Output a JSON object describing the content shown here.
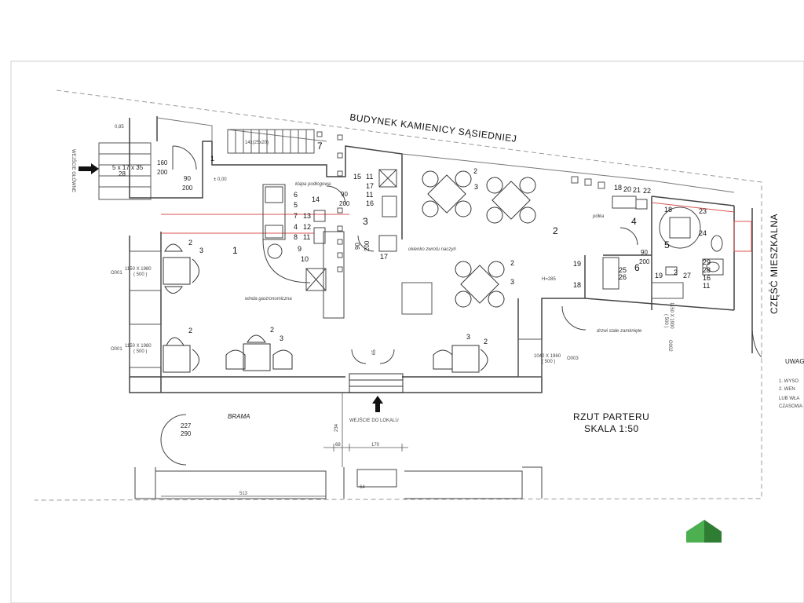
{
  "building_label": "BUDYNEK KAMIENICY SĄSIEDNIEJ",
  "residential_label": "CZĘŚĆ MIESZKALNA",
  "plan_title": "RZUT PARTERU",
  "plan_scale": "SKALA 1:50",
  "main_entrance_label": "WEJŚCIE GŁÓWNE",
  "venue_entrance_label": "WEJŚCIE DO LOKALU",
  "gate_label": "BRAMA",
  "gate_size_top": "227",
  "gate_size_bottom": "290",
  "stairs_label": "5 x 17 x 35",
  "stairs_sub": "28",
  "stairs_inner_label": "14x(25x20)",
  "level_top": "0,85",
  "level_zero": "± 0,00",
  "door_main_top": "160",
  "door_main_bottom": "200",
  "door_inner_top": "90",
  "door_inner_bottom": "200",
  "door_kitchen_top": "90",
  "door_kitchen_bottom": "200",
  "door_wc_top": "90",
  "door_wc_bottom": "200",
  "door_corr_top": "90",
  "door_corr_bottom": "200",
  "window_1_size": "1150 X 1980",
  "window_1_sub": "( 500 )",
  "window_1_tag": "O001",
  "window_2_size": "1150 X 1980",
  "window_2_sub": "( 500 )",
  "window_2_tag": "O001",
  "window_3_size": "1040 X 1960",
  "window_3_sub": "( 500 )",
  "window_3_tag": "O003",
  "window_4_size": "1150 X 1900",
  "window_4_sub": "( 500 )",
  "window_4_tag": "O002",
  "height_note": "H=285",
  "annotation_hatch": "klapa podłogowa",
  "annotation_lift": "winda gastronomiczna",
  "annotation_window": "okienko zwrotu naczyń",
  "annotation_shelf": "półka",
  "annotation_door_closed": "drzwi stale zamknięte",
  "dim_234": "234",
  "dim_68": "68",
  "dim_170": "170",
  "dim_513": "513",
  "dim_64": "64",
  "dim_65": "65",
  "notes_title": "UWAG",
  "note_1": "1.  WYSO",
  "note_2": "2.  WEN",
  "note_3": "LUB  WŁA",
  "note_4": "CZASOWA",
  "room_numbers": [
    "1",
    "2",
    "3",
    "4",
    "5",
    "6",
    "7"
  ],
  "colors": {
    "line": "#8a8a8a",
    "dark": "#333333",
    "red": "#d9534f",
    "logo_light": "#4caf50",
    "logo_dark": "#2e7d32"
  }
}
